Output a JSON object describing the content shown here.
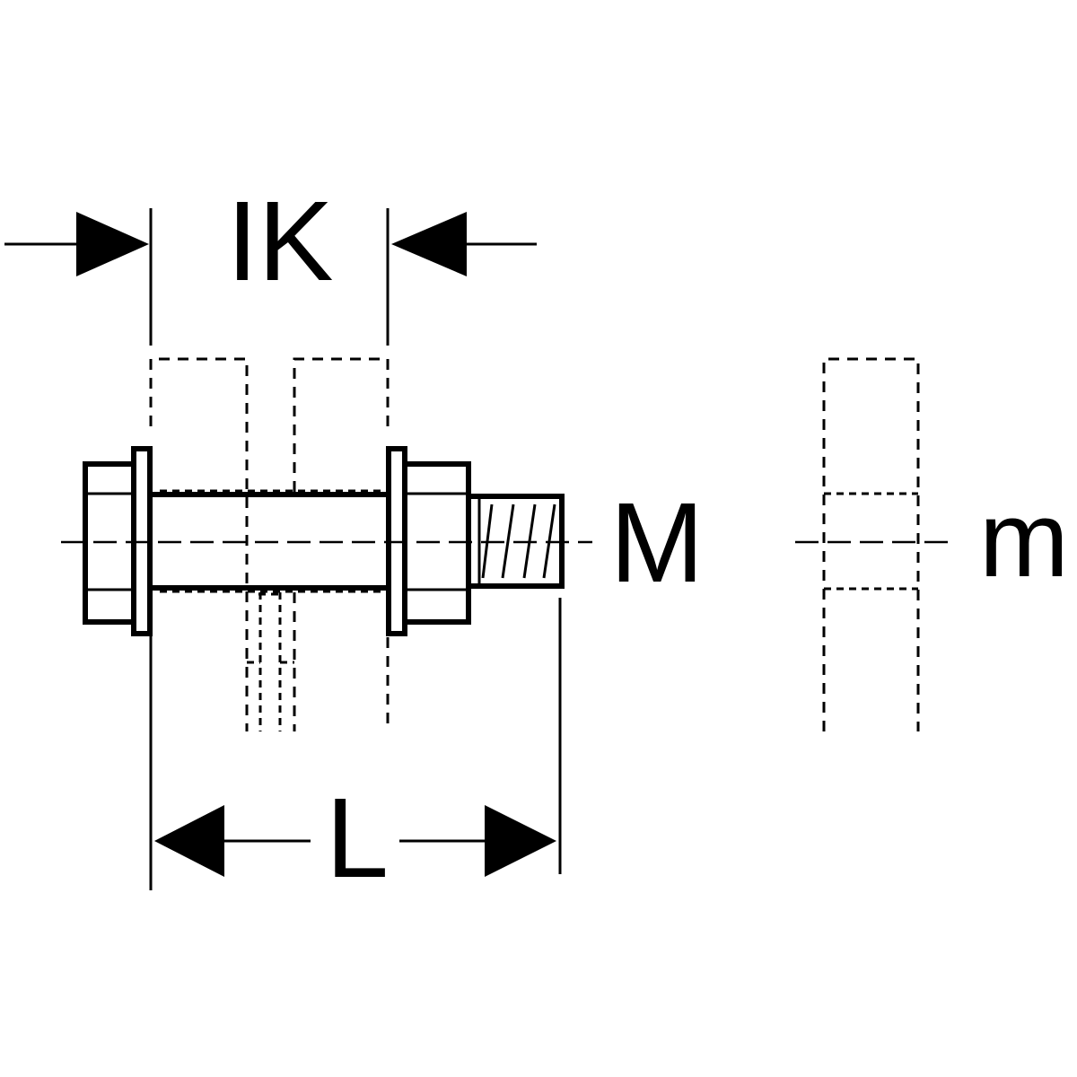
{
  "diagram": {
    "labels": {
      "ik": "IK",
      "l": "L",
      "m_upper": "M",
      "m_lower": "m"
    },
    "colors": {
      "line": "#000000",
      "background": "#ffffff"
    }
  }
}
